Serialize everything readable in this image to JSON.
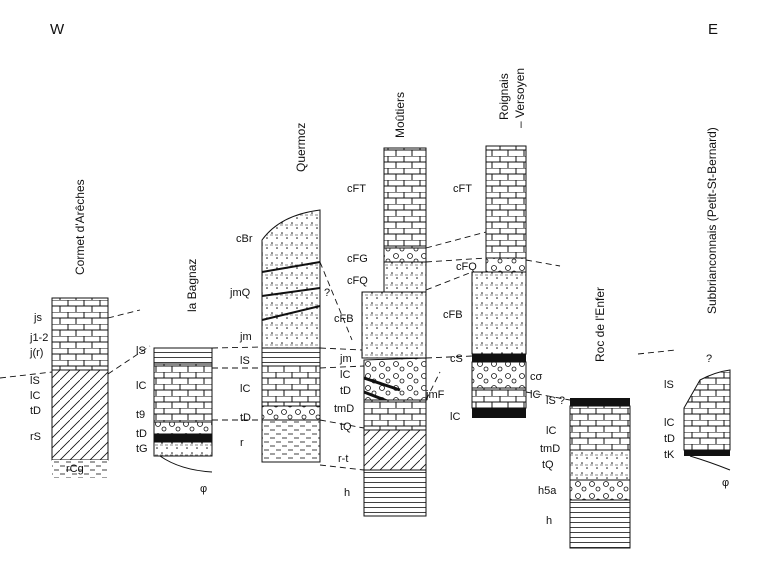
{
  "directions": {
    "west": "W",
    "east": "E"
  },
  "sections": {
    "cormet": {
      "title": "Cormet d'Arêches",
      "labels": [
        "js",
        "j1-2",
        "j(r)",
        "lS",
        "lC",
        "tD",
        "rS",
        "rCg"
      ]
    },
    "bagnaz": {
      "title": "la Bagnaz",
      "labels": [
        "lS",
        "lC",
        "t9",
        "tD",
        "tG",
        "φ"
      ]
    },
    "quermoz": {
      "title": "Quermoz",
      "labels": [
        "cBr",
        "jmQ",
        "jm",
        "lS",
        "lC",
        "tD",
        "r",
        "?"
      ]
    },
    "moutiers": {
      "title": "Moûtiers",
      "labels": [
        "cFT",
        "cFG",
        "cFQ",
        "cFB",
        "jm",
        "lC",
        "tD",
        "tmD",
        "tQ",
        "r-t",
        "h"
      ]
    },
    "roignais": {
      "title_line1": "Roignais",
      "title_line2": "– Versoyen",
      "labels": [
        "cFT",
        "cFQ",
        "cFB",
        "cS",
        "cσ",
        "jmF",
        "lC",
        "lC"
      ]
    },
    "roc": {
      "title": "Roc de l'Enfer",
      "labels": [
        "lS ?",
        "lC",
        "tmD",
        "tQ",
        "h5a",
        "h"
      ]
    },
    "subbrianconnais": {
      "title": "Subbrianconnais (Petit-St-Bernard)",
      "labels": [
        "?",
        "lS",
        "lC",
        "tD",
        "tK",
        "φ"
      ]
    }
  }
}
